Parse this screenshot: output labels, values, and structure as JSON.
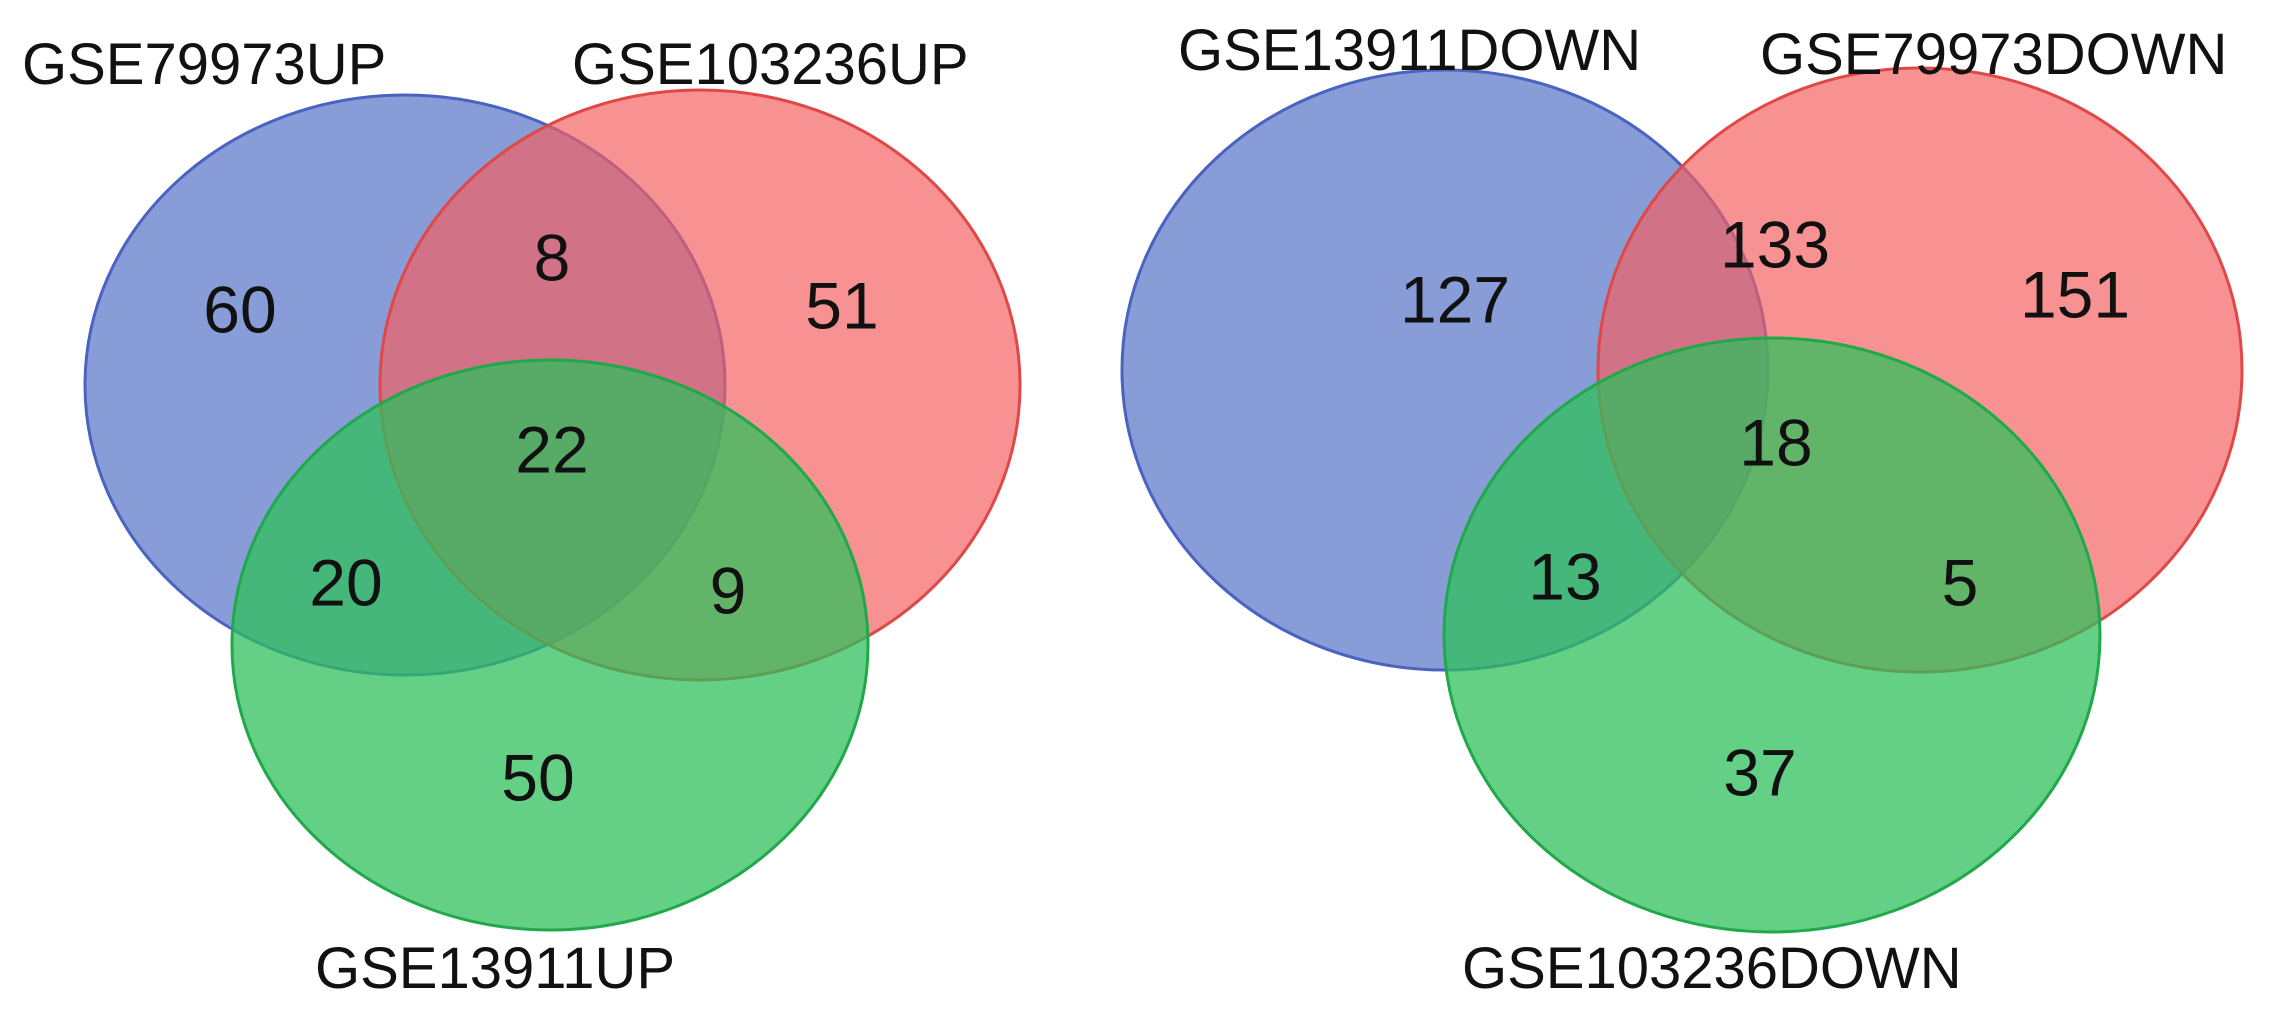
{
  "diagrams": [
    {
      "sets": [
        {
          "label": "GSE79973UP",
          "color": "#5a77c9"
        },
        {
          "label": "GSE103236UP",
          "color": "#f45f5f"
        },
        {
          "label": "GSE13911UP",
          "color": "#2ec05a"
        }
      ],
      "regions": {
        "a_only": "60",
        "ab": "8",
        "b_only": "51",
        "abc": "22",
        "ac": "20",
        "bc": "9",
        "c_only": "50"
      }
    },
    {
      "sets": [
        {
          "label": "GSE13911DOWN",
          "color": "#5a77c9"
        },
        {
          "label": "GSE79973DOWN",
          "color": "#f45f5f"
        },
        {
          "label": "GSE103236DOWN",
          "color": "#2ec05a"
        }
      ],
      "regions": {
        "a_only": "127",
        "ab": "133",
        "b_only": "151",
        "abc": "18",
        "ac": "13",
        "bc": "5",
        "c_only": "37"
      }
    }
  ]
}
